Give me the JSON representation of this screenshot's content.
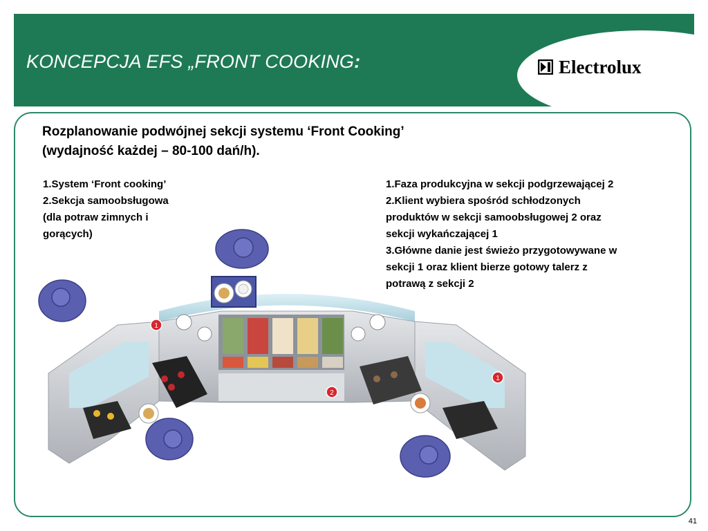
{
  "header": {
    "title": "KONCEPCJA EFS „FRONT COOKING",
    "title_colon": ":",
    "logo_text": "Electrolux"
  },
  "subtitle": {
    "line1": "Rozplanowanie podwójnej sekcji systemu ‘Front Cooking’",
    "line2": "(wydajność każdej – 80-100 dań/h)."
  },
  "left_list": [
    "1.System ‘Front cooking’",
    "2.Sekcja samoobsługowa",
    "(dla potraw zimnych i",
    "gorących)"
  ],
  "right_list": [
    "1.Faza produkcyjna w sekcji podgrzewającej 2",
    "2.Klient wybiera spośród schłodzonych",
    "produktów w sekcji samoobsługowej 2 oraz",
    "sekcji wykańczającej 1",
    "3.Główne danie jest świeżo przygotowywane w",
    "sekcji 1 oraz klient bierze gotowy talerz z",
    "potrawą z sekcji 2"
  ],
  "illustration": {
    "markers": [
      "1",
      "2",
      "1"
    ],
    "colors": {
      "person": "#5a5fb0",
      "marker": "#d8262f",
      "counter": "#c9ccd1",
      "glass": "#c6e3ec"
    }
  },
  "page_number": "41",
  "colors": {
    "header_green": "#1e7a55",
    "frame_green": "#2b8a66"
  }
}
